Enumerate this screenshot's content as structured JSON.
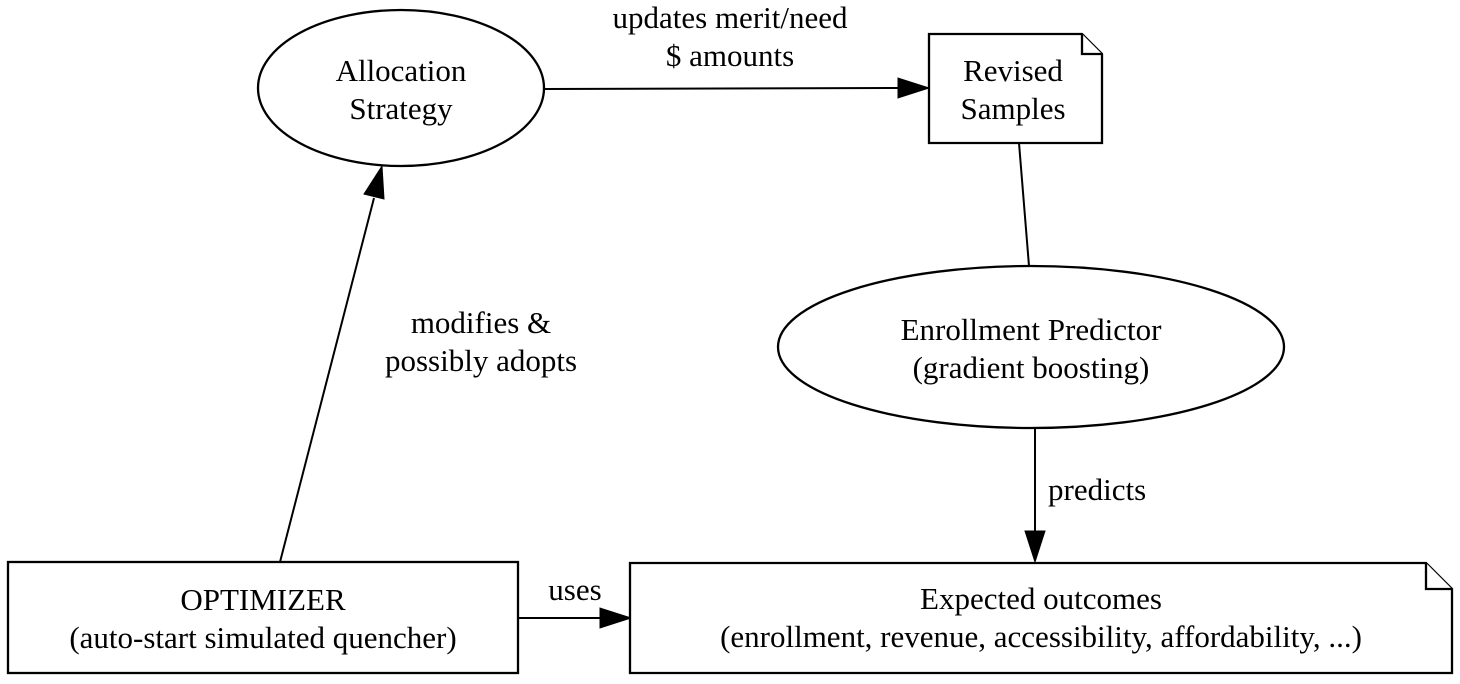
{
  "diagram": {
    "background_color": "#ffffff",
    "stroke_color": "#000000",
    "nodes": {
      "allocation_strategy": {
        "shape": "ellipse",
        "line1": "Allocation",
        "line2": "Strategy"
      },
      "revised_samples": {
        "shape": "note",
        "line1": "Revised",
        "line2": "Samples"
      },
      "enrollment_predictor": {
        "shape": "ellipse",
        "line1": "Enrollment Predictor",
        "line2": "(gradient boosting)"
      },
      "optimizer": {
        "shape": "rectangle",
        "line1": "OPTIMIZER",
        "line2": "(auto-start simulated quencher)"
      },
      "expected_outcomes": {
        "shape": "note",
        "line1": "Expected outcomes",
        "line2": "(enrollment, revenue, accessibility, affordability, ...)"
      }
    },
    "edges": {
      "updates": {
        "from": "allocation_strategy",
        "to": "revised_samples",
        "label_line1": "updates merit/need",
        "label_line2": "$ amounts",
        "arrowhead": true
      },
      "samples_to_predictor": {
        "from": "revised_samples",
        "to": "enrollment_predictor",
        "label": "",
        "arrowhead": false
      },
      "predicts": {
        "from": "enrollment_predictor",
        "to": "expected_outcomes",
        "label": "predicts",
        "arrowhead": true
      },
      "modifies": {
        "from": "optimizer",
        "to": "allocation_strategy",
        "label_line1": "modifies &",
        "label_line2": "possibly adopts",
        "arrowhead": true
      },
      "uses": {
        "from": "optimizer",
        "to": "expected_outcomes",
        "label": "uses",
        "arrowhead": true
      }
    }
  }
}
